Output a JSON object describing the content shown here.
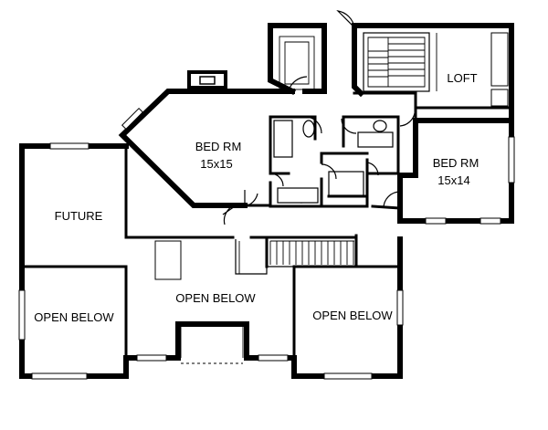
{
  "rooms": {
    "loft": "LOFT",
    "bed1_name": "BED RM",
    "bed1_size": "15x15",
    "bed2_name": "BED RM",
    "bed2_size": "15x14",
    "future": "FUTURE",
    "open_left": "OPEN BELOW",
    "open_center": "OPEN BELOW",
    "open_right": "OPEN BELOW"
  }
}
